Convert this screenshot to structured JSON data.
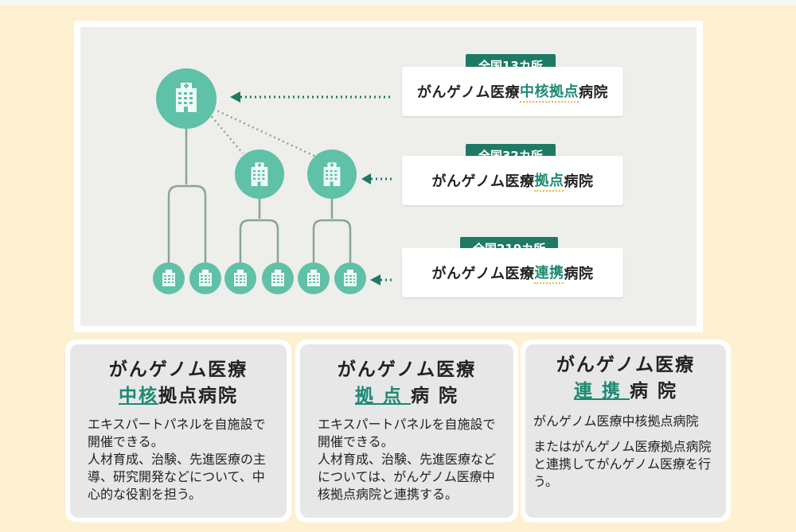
{
  "tiers": [
    {
      "count": "全国13カ所",
      "name_pre": "がんゲノム医療",
      "name_hl": "中核拠点",
      "name_post": "病院"
    },
    {
      "count": "全国32カ所",
      "name_pre": "がんゲノム医療",
      "name_hl": "拠点",
      "name_post": "病院"
    },
    {
      "count": "全国219カ所",
      "name_pre": "がんゲノム医療",
      "name_hl": "連携",
      "name_post": "病院"
    }
  ],
  "cards": [
    {
      "title_line1": "がんゲノム医療",
      "title_accent": "中核",
      "title_rest": "拠点病院",
      "body": [
        "エキスパートパネルを自施設で開催できる。",
        "人材育成、治験、先進医療の主導、研究開発などについて、中心的な役割を担う。"
      ]
    },
    {
      "title_line1": "がんゲノム医療",
      "title_accent": "拠 点 ",
      "title_rest": "病 院",
      "body": [
        "エキスパートパネルを自施設で開催できる。",
        "人材育成、治験、先進医療などについては、がんゲノム医療中核拠点病院と連携する。"
      ]
    },
    {
      "title_line1": "がんゲノム医療",
      "title_accent": "連 携 ",
      "title_rest": "病 院",
      "body": [
        "がんゲノム医療中核拠点病院",
        "またはがんゲノム医療拠点病院と連携してがんゲノム医療を行う。"
      ]
    }
  ],
  "colors": {
    "node_fill": "#5fc1a7",
    "accent": "#1d8a73",
    "tag_bg": "#1e7a65",
    "tree_line": "#8aa39c"
  },
  "icons": {
    "node": "hospital-building-icon",
    "arrow": "dotted-arrow-left-icon"
  }
}
